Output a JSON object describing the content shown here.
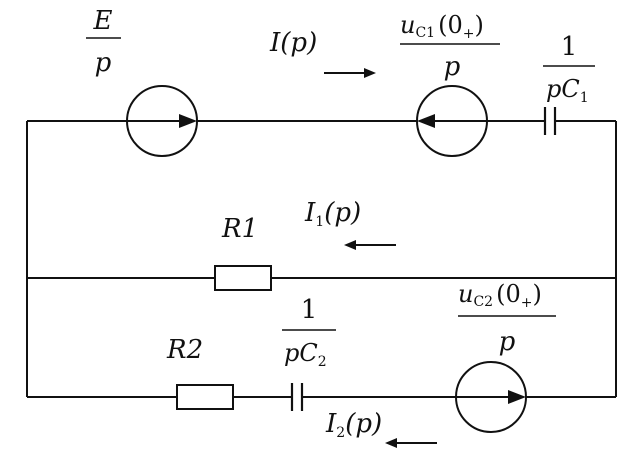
{
  "sources": {
    "e_source": {
      "num": "E",
      "den": "p"
    },
    "uc1_source": {
      "num_main": "u",
      "num_sub": "C1",
      "num_paren": "(0",
      "num_plus": "+",
      "num_close": ")",
      "den": "p"
    },
    "uc2_source": {
      "num_main": "u",
      "num_sub": "C2",
      "num_paren": "(0",
      "num_plus": "+",
      "num_close": ")",
      "den": "p"
    }
  },
  "capacitors": {
    "c1": {
      "num": "1",
      "den_p": "pC",
      "den_sub": "1"
    },
    "c2": {
      "num": "1",
      "den_p": "pC",
      "den_sub": "2"
    }
  },
  "resistors": {
    "r1": {
      "label": "R1"
    },
    "r2": {
      "label": "R2"
    }
  },
  "currents": {
    "i": {
      "main": "I",
      "sub": "",
      "arg": "(p)"
    },
    "i1": {
      "main": "I",
      "sub": "1",
      "arg": "(p)"
    },
    "i2": {
      "main": "I",
      "sub": "2",
      "arg": "(p)"
    }
  }
}
